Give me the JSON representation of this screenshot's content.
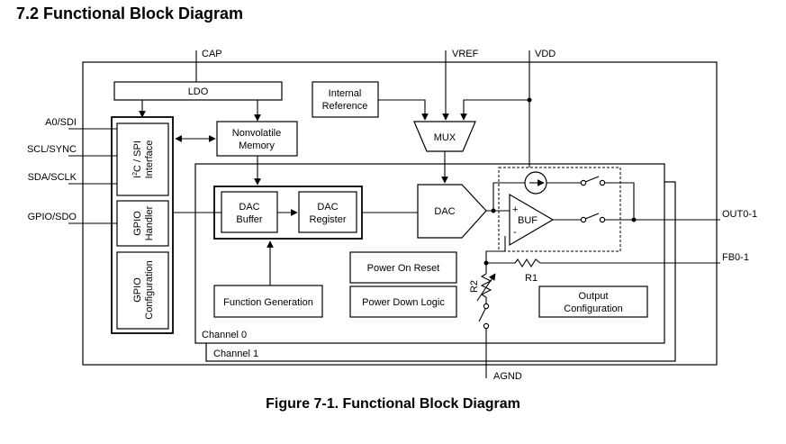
{
  "section_heading": "7.2 Functional Block Diagram",
  "figure_caption": "Figure 7-1. Functional Block Diagram",
  "pins": {
    "cap": "CAP",
    "vref": "VREF",
    "vdd": "VDD",
    "a0_sdi": "A0/SDI",
    "scl_sync": "SCL/SYNC",
    "sda_sclk": "SDA/SCLK",
    "gpio_sdo": "GPIO/SDO",
    "out": "OUT0-1",
    "fb": "FB0-1",
    "agnd": "AGND"
  },
  "blocks": {
    "ldo": "LDO",
    "internal_reference_1": "Internal",
    "internal_reference_2": "Reference",
    "mux": "MUX",
    "nonvolatile_memory_1": "Nonvolatile",
    "nonvolatile_memory_2": "Memory",
    "i2c_spi_interface_1": "I",
    "i2c_spi_interface_sup": "2",
    "i2c_spi_interface_2": "C / SPI",
    "i2c_spi_interface_3": "Interface",
    "gpio_handler_1": "GPIO",
    "gpio_handler_2": "Handler",
    "gpio_configuration_1": "GPIO",
    "gpio_configuration_2": "Configuration",
    "dac_buffer_1": "DAC",
    "dac_buffer_2": "Buffer",
    "dac_register_1": "DAC",
    "dac_register_2": "Register",
    "dac": "DAC",
    "buf": "BUF",
    "buf_plus": "+",
    "buf_minus": "-",
    "function_generation": "Function Generation",
    "power_on_reset": "Power On Reset",
    "power_down_logic": "Power Down Logic",
    "output_configuration_1": "Output",
    "output_configuration_2": "Configuration",
    "r1": "R1",
    "r2": "R2",
    "channel_0": "Channel 0",
    "channel_1": "Channel 1"
  }
}
